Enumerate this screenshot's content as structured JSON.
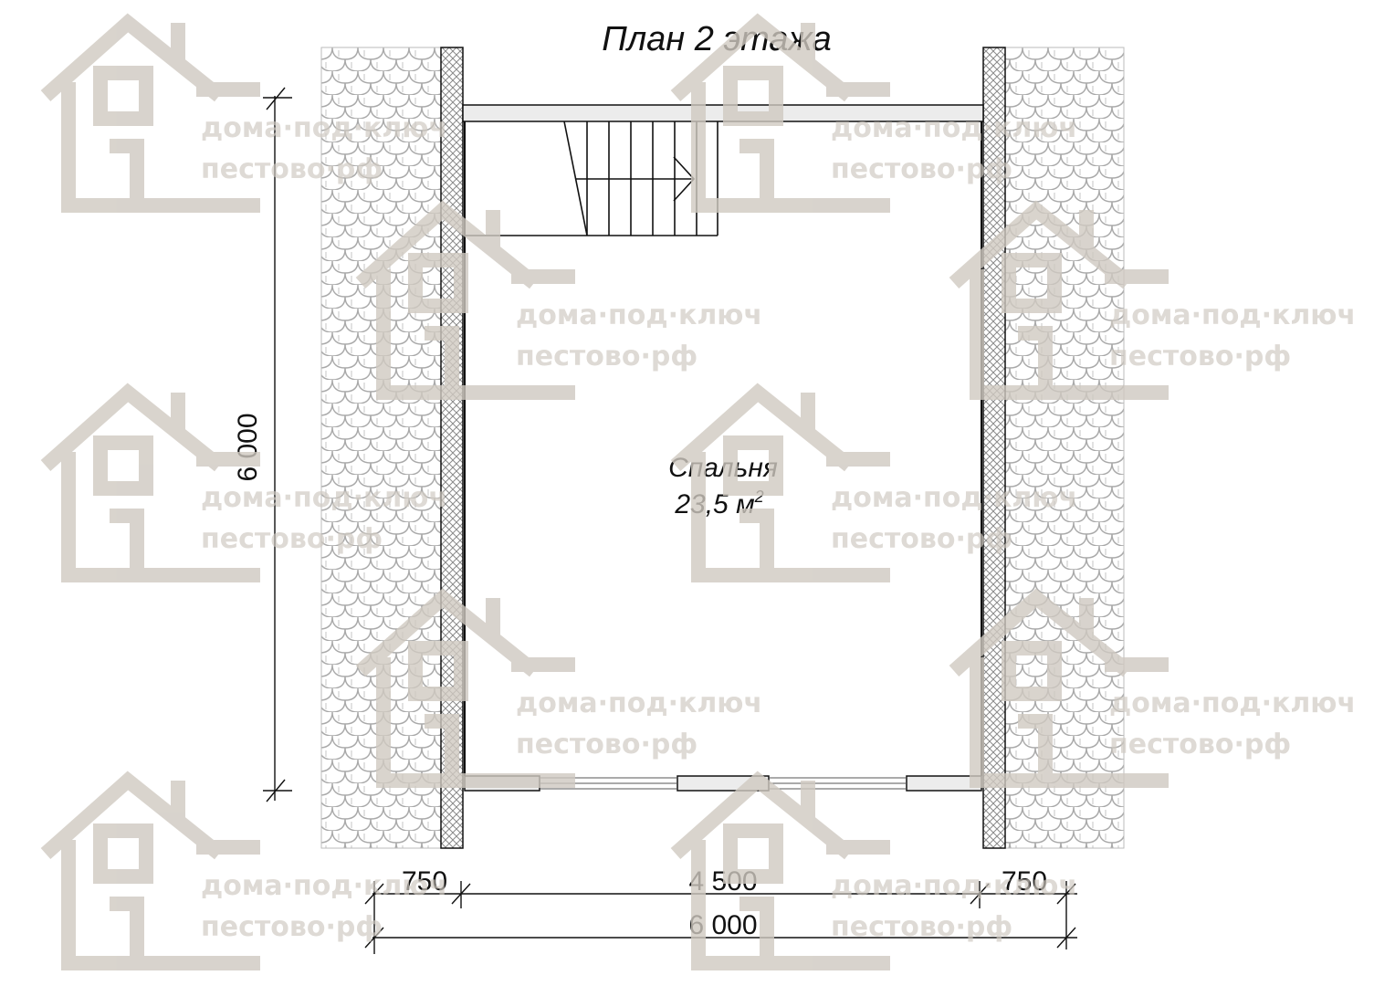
{
  "title": "План 2 этажа",
  "room": {
    "name": "Спальня",
    "area": "23,5 м",
    "area_sup": "2"
  },
  "dimensions": {
    "height": "6 000",
    "left_roof": "750",
    "interior": "4 500",
    "right_roof": "750",
    "total": "6 000"
  },
  "watermark": {
    "line1": "дома·под·ключ",
    "line2": "пестово·рф"
  },
  "colors": {
    "line": "#111111",
    "watermark": "#cfc9c1",
    "roof_tile": "#a9a9a9",
    "hatch": "#8a8a8a",
    "wall_fill": "#ececec"
  },
  "icons": [
    "house-watermark-icon",
    "stair-arrow-icon"
  ]
}
